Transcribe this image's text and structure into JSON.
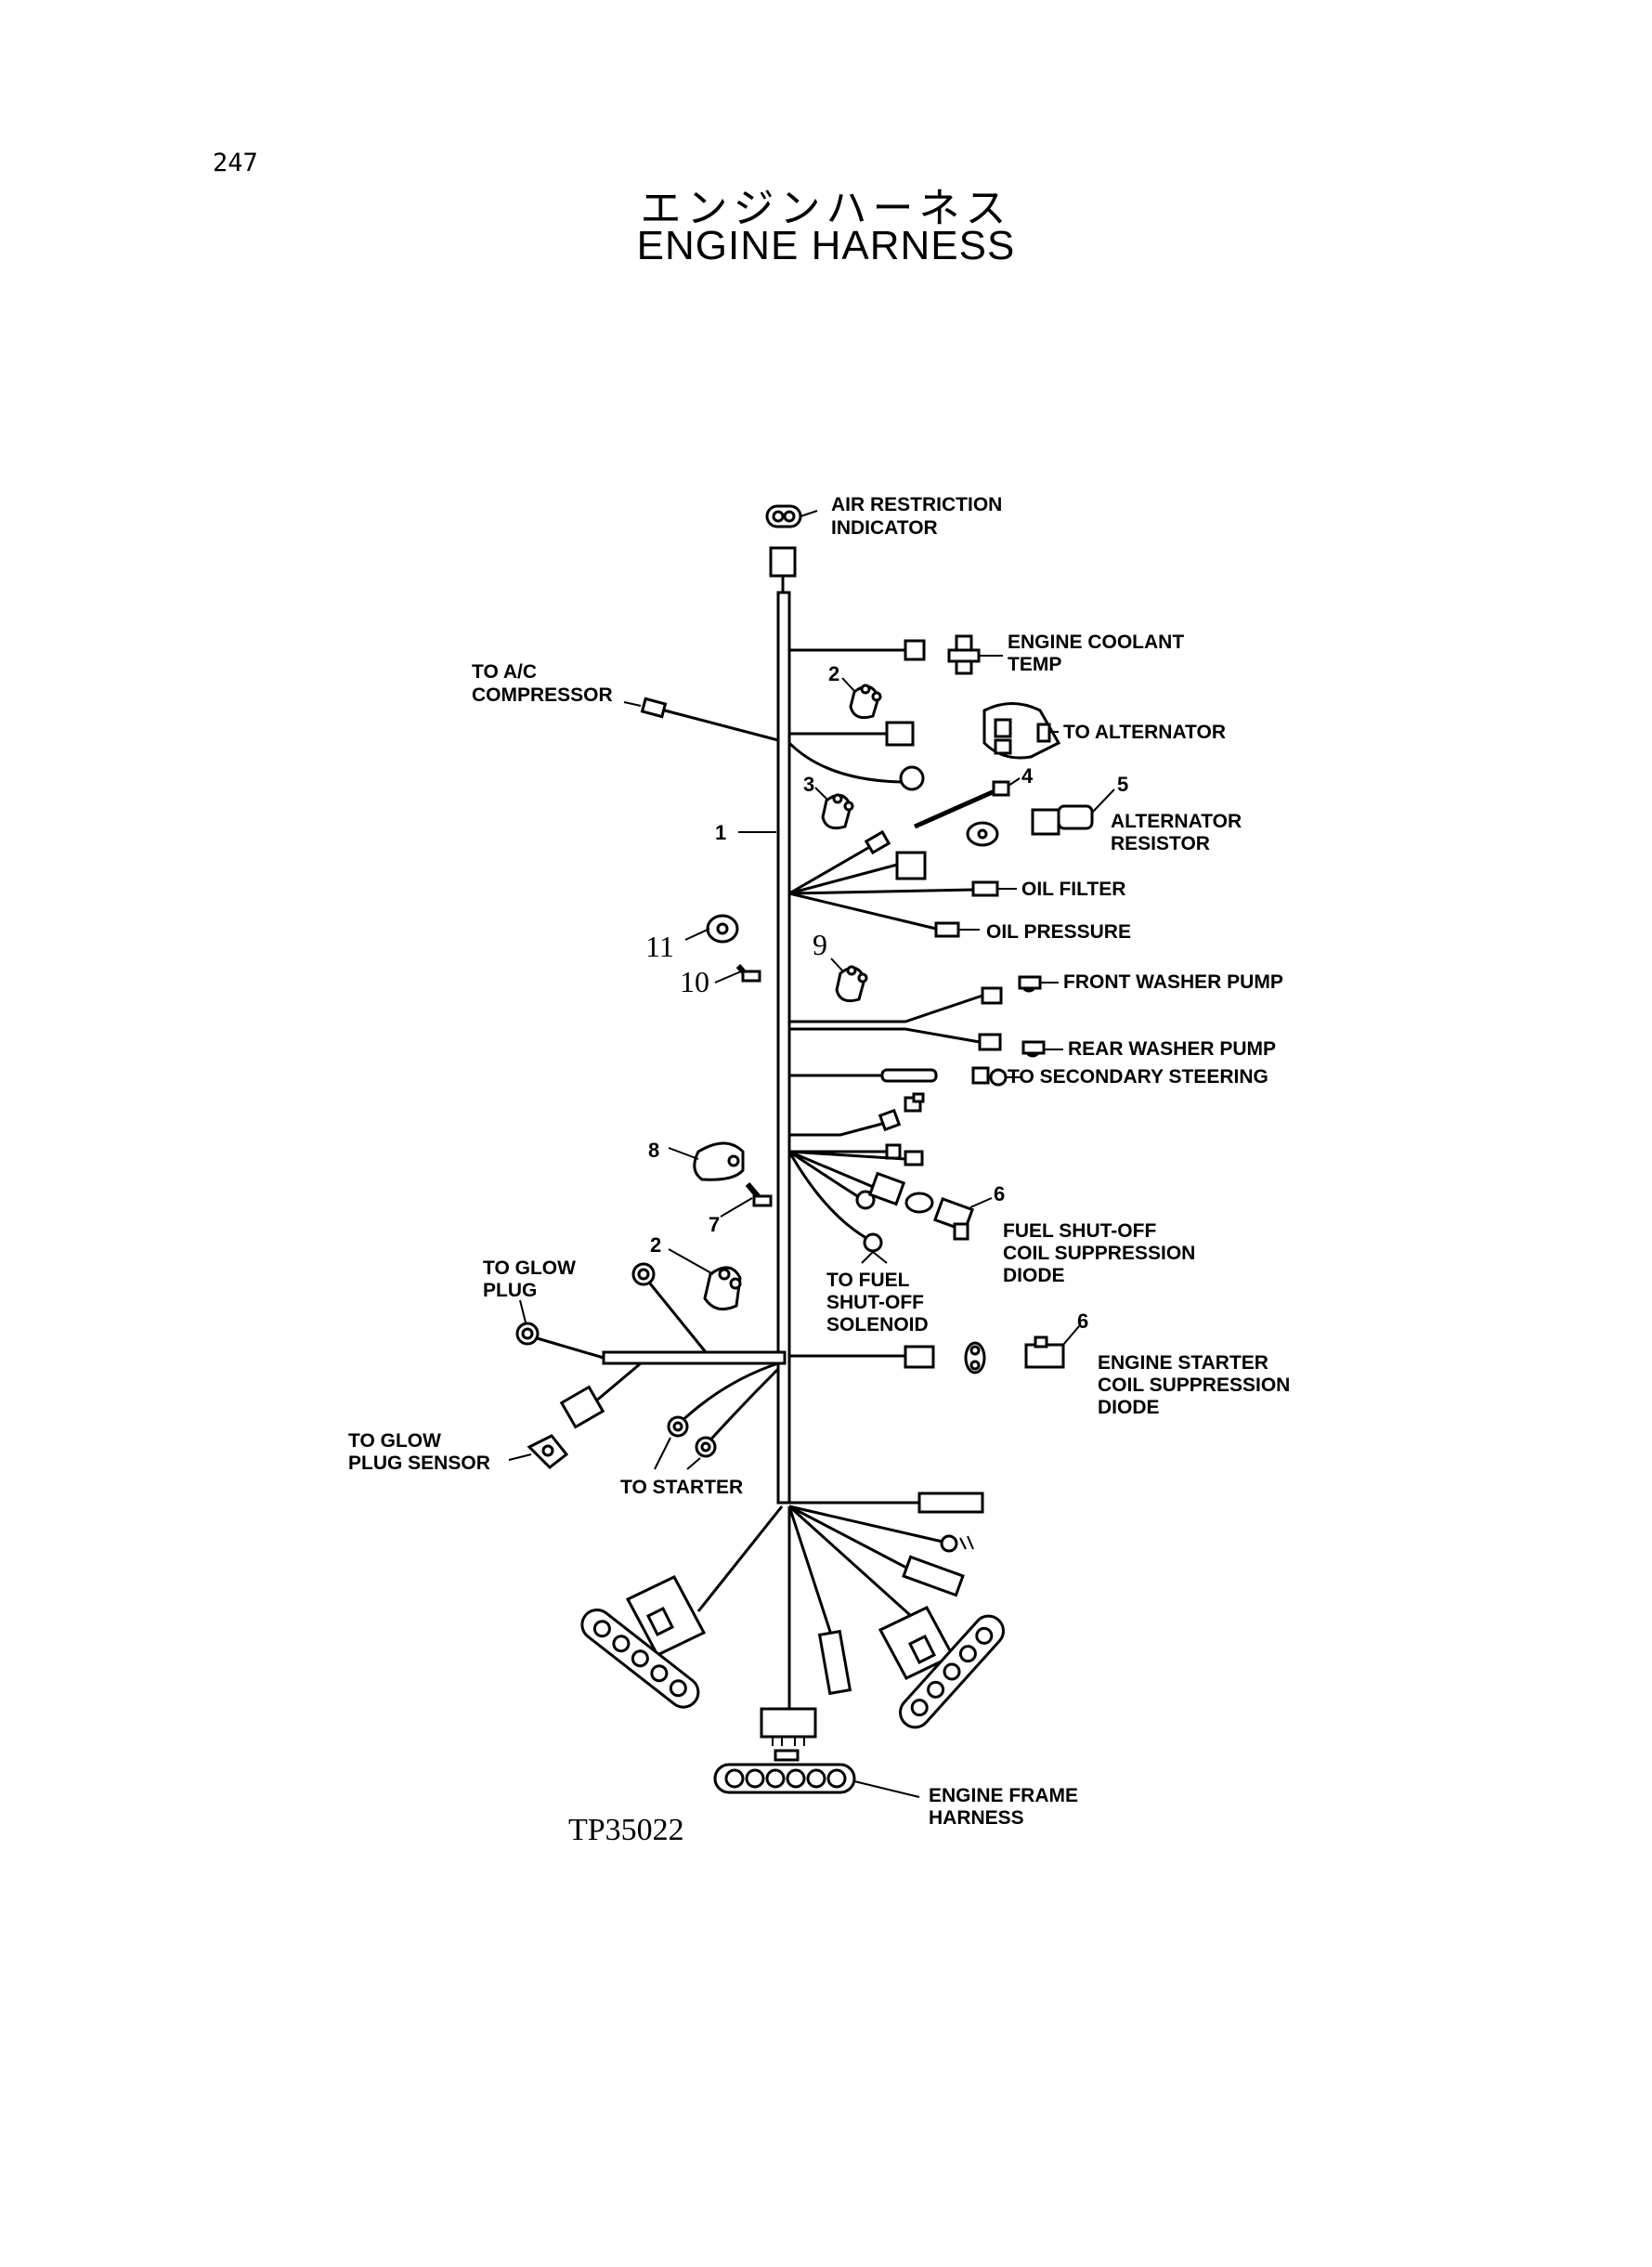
{
  "page": {
    "number": "247"
  },
  "title": {
    "japanese": "エンジンハーネス",
    "english": "ENGINE HARNESS"
  },
  "figure_number": "TP35022",
  "labels": {
    "air_restriction_1": "AIR RESTRICTION",
    "air_restriction_2": "INDICATOR",
    "coolant_1": "ENGINE COOLANT",
    "coolant_2": "TEMP",
    "ac_1": "TO A/C",
    "ac_2": "COMPRESSOR",
    "alternator": "TO ALTERNATOR",
    "alt_resistor_1": "ALTERNATOR",
    "alt_resistor_2": "RESISTOR",
    "oil_filter": "OIL FILTER",
    "oil_pressure": "OIL PRESSURE",
    "front_washer": "FRONT WASHER PUMP",
    "rear_washer": "REAR WASHER PUMP",
    "secondary_steering": "TO SECONDARY STEERING",
    "fuel_diode_1": "FUEL SHUT-OFF",
    "fuel_diode_2": "COIL SUPPRESSION",
    "fuel_diode_3": "DIODE",
    "fuel_solenoid_1": "TO FUEL",
    "fuel_solenoid_2": "SHUT-OFF",
    "fuel_solenoid_3": "SOLENOID",
    "glow_plug_1": "TO GLOW",
    "glow_plug_2": "PLUG",
    "starter_diode_1": "ENGINE STARTER",
    "starter_diode_2": "COIL SUPPRESSION",
    "starter_diode_3": "DIODE",
    "glow_sensor_1": "TO GLOW",
    "glow_sensor_2": "PLUG SENSOR",
    "starter": "TO STARTER",
    "frame_harness_1": "ENGINE FRAME",
    "frame_harness_2": "HARNESS"
  },
  "callouts": {
    "c1": "1",
    "c2a": "2",
    "c2b": "2",
    "c3": "3",
    "c4": "4",
    "c5": "5",
    "c6a": "6",
    "c6b": "6",
    "c7": "7",
    "c8": "8",
    "c9": "9",
    "c10": "10",
    "c11": "11"
  }
}
